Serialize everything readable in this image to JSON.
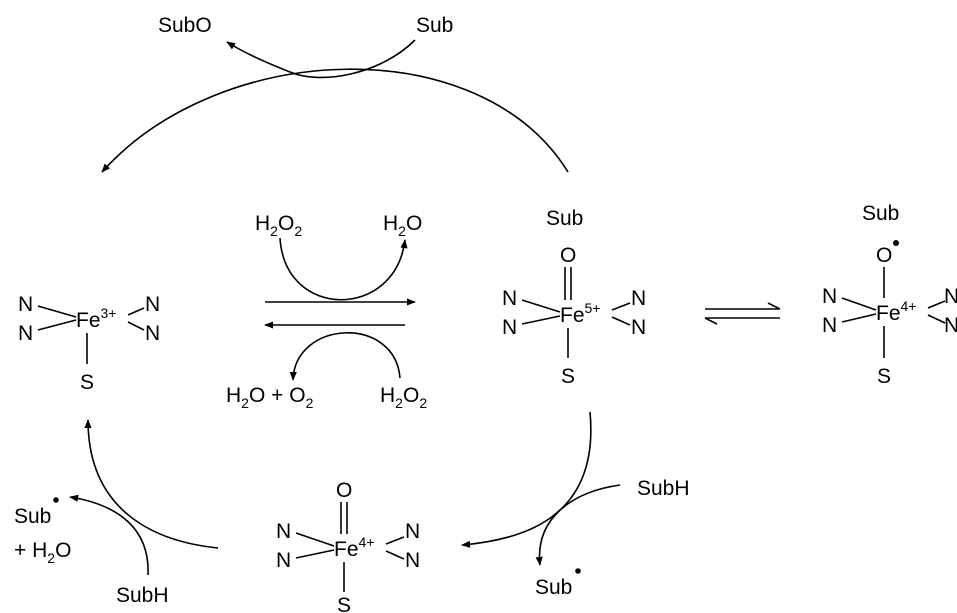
{
  "colors": {
    "ink": "#000000",
    "background": "#ffffff"
  },
  "labels": {
    "top_product": "SubO",
    "top_substrate": "Sub",
    "h2o2_top": "H2O2",
    "h2o_top": "H2O",
    "h2o_o2_bottom": "H2O + O2",
    "h2o2_bottom": "H2O2",
    "subh_right": "SubH",
    "sub_radical_right": "Sub",
    "sub_radical_left": "Sub",
    "h2o_left": "+ H2O",
    "subh_left": "SubH"
  },
  "complexes": [
    {
      "id": "fe3",
      "metal": "Fe",
      "charge": "3+",
      "axial_top": "",
      "axial_bottom": "S",
      "above": "",
      "ligand": "N"
    },
    {
      "id": "fe5",
      "metal": "Fe",
      "charge": "5+",
      "axial_top": "O",
      "axial_bottom": "S",
      "above": "Sub",
      "ligand": "N"
    },
    {
      "id": "fe4_radical",
      "metal": "Fe",
      "charge": "4+",
      "axial_top": "O",
      "axial_bottom": "S",
      "above": "Sub",
      "ligand": "N"
    },
    {
      "id": "fe4_oxo",
      "metal": "Fe",
      "charge": "4+",
      "axial_top": "O",
      "axial_bottom": "S",
      "above": "",
      "ligand": "N"
    }
  ]
}
